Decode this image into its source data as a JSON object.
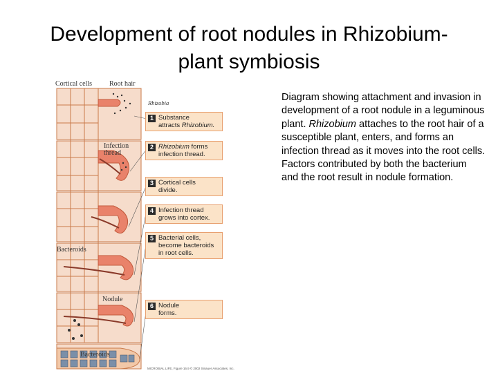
{
  "slide": {
    "title_line1": "Development of root nodules in Rhizobium-",
    "title_line2": "plant symbiosis",
    "desc_part1": "Diagram showing attachment and invasion in development of a root nodule in a leguminous plant. ",
    "desc_italic": "Rhizobium",
    "desc_part2": " attaches to the root hair of a susceptible plant, enters, and forms an infection thread as it moves into the root cells. Factors contributed by both the bacterium and the root result in nodule formation."
  },
  "figure": {
    "labels": {
      "cortical_cells": "Cortical cells",
      "root_hair": "Root hair",
      "rhizobia": "Rhizobia",
      "infection_thread_1": "Infection",
      "infection_thread_2": "thread",
      "bacteroids_top": "Bacteroids",
      "nodule": "Nodule",
      "bacteroids_bottom": "Bacteroids"
    },
    "steps": [
      {
        "num": "1",
        "text_a": "Substance",
        "text_b": "attracts ",
        "text_b_italic": "Rhizobium."
      },
      {
        "num": "2",
        "text_italic": "Rhizobium",
        "text_a": " forms",
        "text_b": "infection thread."
      },
      {
        "num": "3",
        "text_a": "Cortical cells",
        "text_b": "divide."
      },
      {
        "num": "4",
        "text_a": "Infection thread",
        "text_b": "grows into cortex."
      },
      {
        "num": "5",
        "text_a": "Bacterial cells,",
        "text_b": "become bacteroids",
        "text_c": "in root cells."
      },
      {
        "num": "6",
        "text_a": "Nodule",
        "text_b": "forms."
      }
    ],
    "credit": "MICROBIAL LIFE, Figure 16.9   © 2002 Sinauer Associates, Inc."
  },
  "colors": {
    "cell_wall": "#c97a4a",
    "cell_fill": "#f6dccb",
    "root_hair": "#e9826a",
    "step_fill": "#fbe3c8",
    "bacteria": "#333333"
  }
}
